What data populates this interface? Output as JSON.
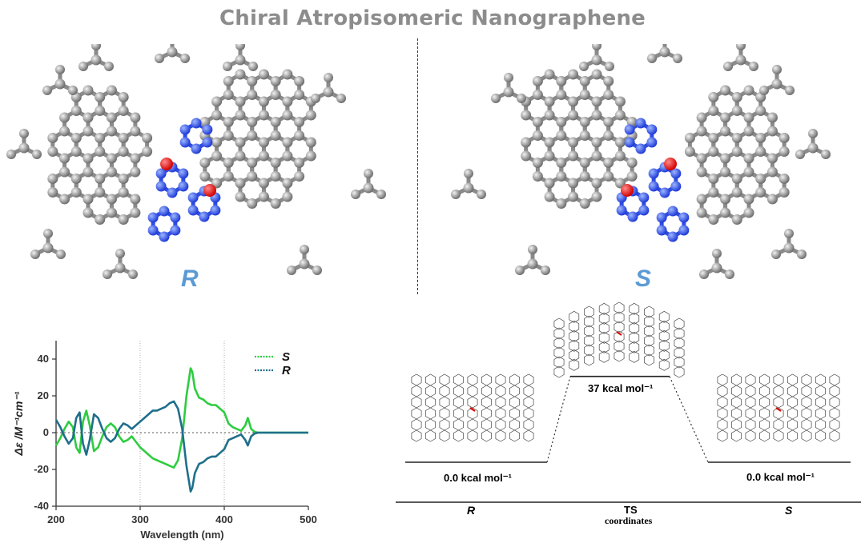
{
  "title": "Chiral Atropisomeric Nanographene",
  "enantiomers": {
    "left": "R",
    "right": "S"
  },
  "chart_data": [
    {
      "type": "line",
      "xlabel": "Wavelength (nm)",
      "ylabel": "Δε /M⁻¹cm⁻¹",
      "xlim": [
        200,
        500
      ],
      "ylim": [
        -40,
        50
      ],
      "xticks": [
        "200",
        "300",
        "400",
        "500"
      ],
      "yticks": [
        "-40",
        "-20",
        "0",
        "20",
        "40"
      ],
      "vlines": [
        300,
        400
      ],
      "legend_position": "top-right",
      "series": [
        {
          "name": "S",
          "color": "#2ecc40",
          "x": [
            200,
            205,
            210,
            215,
            220,
            224,
            228,
            232,
            236,
            240,
            245,
            250,
            255,
            260,
            265,
            270,
            275,
            280,
            285,
            290,
            300,
            305,
            310,
            315,
            320,
            325,
            330,
            335,
            340,
            345,
            350,
            355,
            360,
            362,
            365,
            370,
            375,
            380,
            385,
            390,
            395,
            400,
            405,
            410,
            415,
            420,
            425,
            428,
            432,
            436,
            440,
            450,
            460,
            480,
            500
          ],
          "y": [
            -7,
            -3,
            2,
            6,
            3,
            -8,
            -11,
            6,
            12,
            4,
            -10,
            -8,
            -2,
            3,
            5,
            3,
            -2,
            -5,
            -4,
            -2,
            -8,
            -10,
            -12,
            -14,
            -15,
            -16,
            -17,
            -18,
            -19,
            -15,
            -3,
            20,
            35,
            33,
            24,
            19,
            18,
            16,
            15,
            15,
            13,
            11,
            5,
            3,
            2,
            1,
            4,
            8,
            2,
            0.5,
            0,
            0,
            0,
            0,
            0
          ]
        },
        {
          "name": "R",
          "color": "#1f6f8b",
          "x": [
            200,
            205,
            210,
            215,
            220,
            224,
            228,
            232,
            236,
            240,
            245,
            250,
            255,
            260,
            265,
            270,
            275,
            280,
            285,
            290,
            300,
            305,
            310,
            315,
            320,
            325,
            330,
            335,
            340,
            345,
            350,
            355,
            360,
            362,
            365,
            370,
            375,
            380,
            385,
            390,
            395,
            400,
            405,
            410,
            415,
            420,
            425,
            428,
            432,
            436,
            440,
            450,
            460,
            480,
            500
          ],
          "y": [
            7,
            3,
            -2,
            -6,
            -3,
            8,
            11,
            -6,
            -12,
            -4,
            10,
            8,
            2,
            -3,
            -5,
            -3,
            2,
            5,
            4,
            2,
            6,
            8,
            10,
            12,
            12,
            13,
            14,
            16,
            17,
            13,
            2,
            -18,
            -32,
            -30,
            -22,
            -17,
            -16,
            -14,
            -13,
            -13,
            -11,
            -9,
            -4,
            -3,
            -2,
            -1,
            -4,
            -7,
            -2,
            -0.5,
            0,
            0,
            0,
            0,
            0
          ]
        }
      ]
    },
    {
      "type": "line",
      "xlabel": "coordinates",
      "categories": [
        "R",
        "TS",
        "S"
      ],
      "values": [
        0.0,
        37,
        0.0
      ],
      "labels": [
        "0.0 kcal mol⁻¹",
        "37 kcal mol⁻¹",
        "0.0 kcal mol⁻¹"
      ]
    }
  ]
}
